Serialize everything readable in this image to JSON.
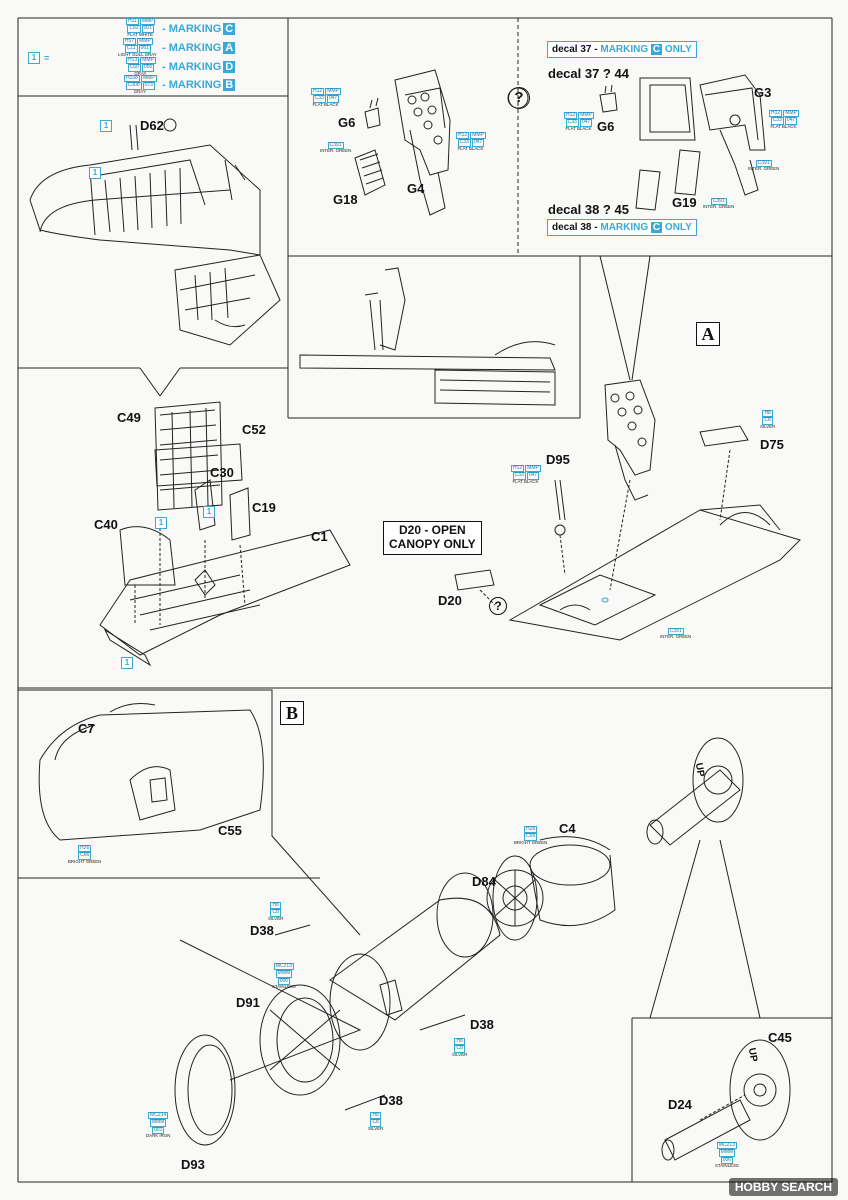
{
  "legend": {
    "tag": "1",
    "eq": "=",
    "rows": [
      {
        "code": "H11",
        "mmp": "MMP",
        "c": "C62",
        "n": "001",
        "name": "FLAT WHITE",
        "marking_prefix": "- MARKING",
        "marking": "C"
      },
      {
        "code": "H57",
        "mmp": "MMP",
        "c": "C11",
        "n": "061",
        "name": "LIGHT GULL GRAY",
        "marking_prefix": "- MARKING",
        "marking": "A"
      },
      {
        "code": "H13",
        "mmp": "MMP",
        "c": "C60",
        "n": "056",
        "name": "GRAY",
        "marking_prefix": "- MARKING",
        "marking": "D"
      },
      {
        "code": "H338",
        "mmp": "MMP",
        "c": "C308",
        "n": "073",
        "name": "GRAY",
        "marking_prefix": "- MARKING",
        "marking": "B"
      }
    ]
  },
  "top_left": {
    "part_d62": "D62",
    "tag": "1"
  },
  "top_mid": {
    "g6": "G6",
    "g18": "G18",
    "g4": "G4",
    "paint_black_1": {
      "h": "H12",
      "mmp": "MMP",
      "c": "C33",
      "n": "047",
      "name": "FLAT BLACK"
    },
    "paint_black_2": {
      "h": "H12",
      "mmp": "MMP",
      "c": "C33",
      "n": "047",
      "name": "FLAT BLACK"
    },
    "paint_green": {
      "c": "C391",
      "name": "INTER. GREEN"
    }
  },
  "top_right": {
    "decal_37_box": {
      "prefix": "decal 37 - ",
      "hl": "MARKING",
      "letter": "C",
      "suffix": " ONLY"
    },
    "decal_37_text": "decal 37 ? 44",
    "decal_38_text": "decal 38 ? 45",
    "decal_38_box": {
      "prefix": "decal 38 - ",
      "hl": "MARKING",
      "letter": "C",
      "suffix": " ONLY"
    },
    "g3": "G3",
    "g6": "G6",
    "g19": "G19",
    "paint_black_1": {
      "h": "H12",
      "mmp": "MMP",
      "c": "C33",
      "n": "047",
      "name": "FLAT BLACK"
    },
    "paint_black_2": {
      "h": "H12",
      "mmp": "MMP",
      "c": "C33",
      "n": "047",
      "name": "FLAT BLACK"
    },
    "paint_green_1": {
      "c": "C391",
      "name": "INTER. GREEN"
    },
    "paint_green_2": {
      "c": "C391",
      "name": "INTER. GREEN"
    }
  },
  "step_a": {
    "letter": "A",
    "c49": "C49",
    "c52": "C52",
    "c30": "C30",
    "c19": "C19",
    "c40": "C40",
    "c1": "C1",
    "d95": "D95",
    "d75": "D75",
    "d20": "D20",
    "open_canopy_line1": "D20 - OPEN",
    "open_canopy_line2": "CANOPY ONLY",
    "tag": "1",
    "paint_black": {
      "h": "H12",
      "mmp": "MMP",
      "c": "C33",
      "n": "047",
      "name": "FLAT BLACK"
    },
    "paint_silver": {
      "h": "H8",
      "c": "C8",
      "name": "SILVER"
    },
    "paint_green": {
      "c": "C391",
      "name": "INTER. GREEN"
    }
  },
  "step_b": {
    "letter": "B",
    "c7": "C7",
    "c55": "C55",
    "c4": "C4",
    "d84": "D84",
    "d38a": "D38",
    "d38b": "D38",
    "d38c": "D38",
    "d91": "D91",
    "d93": "D93",
    "c45": "C45",
    "d24": "D24",
    "paint_green_1": {
      "h": "H26",
      "c": "C66",
      "name": "BRIGHT GREEN"
    },
    "paint_green_2": {
      "h": "H26",
      "c": "C66",
      "name": "BRIGHT GREEN"
    },
    "paint_silver_1": {
      "h": "H8",
      "c": "C8",
      "name": "SILVER"
    },
    "paint_silver_2": {
      "h": "H8",
      "c": "C8",
      "name": "SILVER"
    },
    "paint_silver_3": {
      "h": "H8",
      "c": "C8",
      "name": "SILVER"
    },
    "paint_stainless_1": {
      "h": "MC213",
      "c": "MMM",
      "n": "006",
      "name": "STAINLESS"
    },
    "paint_stainless_2": {
      "h": "MC213",
      "c": "MMM",
      "n": "006",
      "name": "STAINLESS"
    },
    "paint_iron": {
      "h": "MC214",
      "c": "MMM",
      "n": "001",
      "name": "DARK IRON"
    },
    "up_1": "UP",
    "up_2": "UP"
  },
  "watermark": "HOBBY SEARCH",
  "question": "?"
}
